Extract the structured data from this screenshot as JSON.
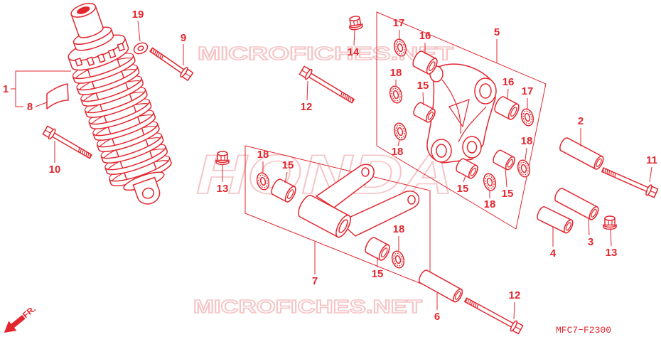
{
  "diagram": {
    "watermark_top": "MICROFICHES.NET",
    "watermark_bottom": "MICROFICHES.NET",
    "watermark_brand": "HONDA",
    "direction_label": "FR.",
    "code": "MFC7−F2300"
  },
  "callouts": [
    "1",
    "8",
    "19",
    "9",
    "10",
    "12",
    "14",
    "13",
    "17",
    "16",
    "5",
    "18",
    "15",
    "16",
    "17",
    "18",
    "18",
    "15",
    "18",
    "15",
    "18",
    "15",
    "7",
    "18",
    "15",
    "2",
    "11",
    "3",
    "4",
    "13",
    "6",
    "12"
  ],
  "colors": {
    "line": "#e3262e",
    "watermark": "#f5c4c6",
    "background": "#ffffff"
  }
}
